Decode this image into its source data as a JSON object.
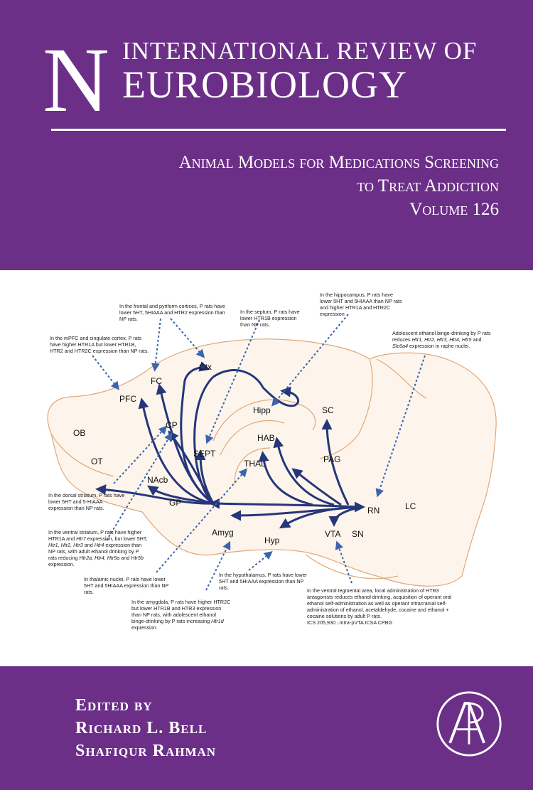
{
  "series": {
    "first_letter": "N",
    "line1": "INTERNATIONAL REVIEW OF",
    "line2": "EUROBIOLOGY"
  },
  "book": {
    "title_line1": "Animal Models for Medications Screening",
    "title_line2": "to Treat Addiction",
    "volume": "Volume 126"
  },
  "editors": {
    "label": "Edited by",
    "names": [
      "Richard L. Bell",
      "Shafiqur Rahman"
    ]
  },
  "publisher_logo": {
    "letters": "AP",
    "description": "Academic Press logo"
  },
  "colors": {
    "background": "#6c2f88",
    "arrow": "#26367a",
    "outline": "#e0a878",
    "dotted": "#3b64b0"
  },
  "figure": {
    "regions": {
      "pfc": "PFC",
      "fc": "FC",
      "ctx": "Ctx",
      "ob": "OB",
      "ot": "OT",
      "cp": "CP",
      "hipp": "Hipp",
      "sc": "SC",
      "hab": "HAB",
      "sept": "SEPT",
      "thal": "THAL",
      "pag": "PAG",
      "nacb": "NAcb",
      "gp": "GP",
      "rn": "RN",
      "lc": "LC",
      "amyg": "Amyg",
      "hyp": "Hyp",
      "vta": "VTA",
      "sn": "SN"
    },
    "annotations": {
      "frontal": "In the frontal and pyriform cortices, P rats have lower 5HT, 5HIAAA and HTR2 expression than NP rats.",
      "septum": "In the septum, P rats have lower HTR1B expression than NP rats.",
      "hippocampus": "In the hippocampus, P rats have lower 5HT and 5HIAAA than NP rats and higher HTR1A and HTR2C expression",
      "mpfc": "In the mPFC and cingulate cortex, P rats have higher HTR1A but lower HTR1B, HTR2 and HTR2C expression than NP rats.",
      "raphe": "Adolescent ethanol binge-drinking by P rats reduces Htr1, Htr2, Htr3, Htr4, Htr5 and Slc6a4 expression in raphe nuclei.",
      "dorsal": "In the dorsal striatum, P rats have lower 5HT and 5-HIAAA expression than NP rats.",
      "ventral_striatum": "In the ventral striatum, P rats have higher HTR1A and Htr7 expression, but lower 5HT, Htr1, Htr2, Htr3 and Htr4 expression than NP rats, with adult ethanol drinking by P rats reducing Htr2a, Htr4, Htr5a and Htr5b expression.",
      "thalamic": "In thalamic nuclei, P rats have lower 5HT and 5HIAAA expression than NP rats.",
      "hypothalamus": "In the hypothalamus, P rats have lower 5HT and 5HIAAA expression than NP rats.",
      "amygdala": "In the amygdala, P rats have higher HTR2C but lower HTR1B and HTR3 expression than NP rats, with adolescent ethanol binge-drinking by P rats increasing Htr1d expression.",
      "vta": "In the ventral tegmental area, local administration of HTR3 antagonists reduces ethanol drinking, acquisition of operant oral ethanol self-administration as well as operant intracranial self-administration of ethanol, acetaldehyde, cocaine and ethanol + cocaine solutions by adult P rats.",
      "vta_footnote": "ICS 205,930 ↓Intra-pVTA ICSA CPBG"
    }
  }
}
